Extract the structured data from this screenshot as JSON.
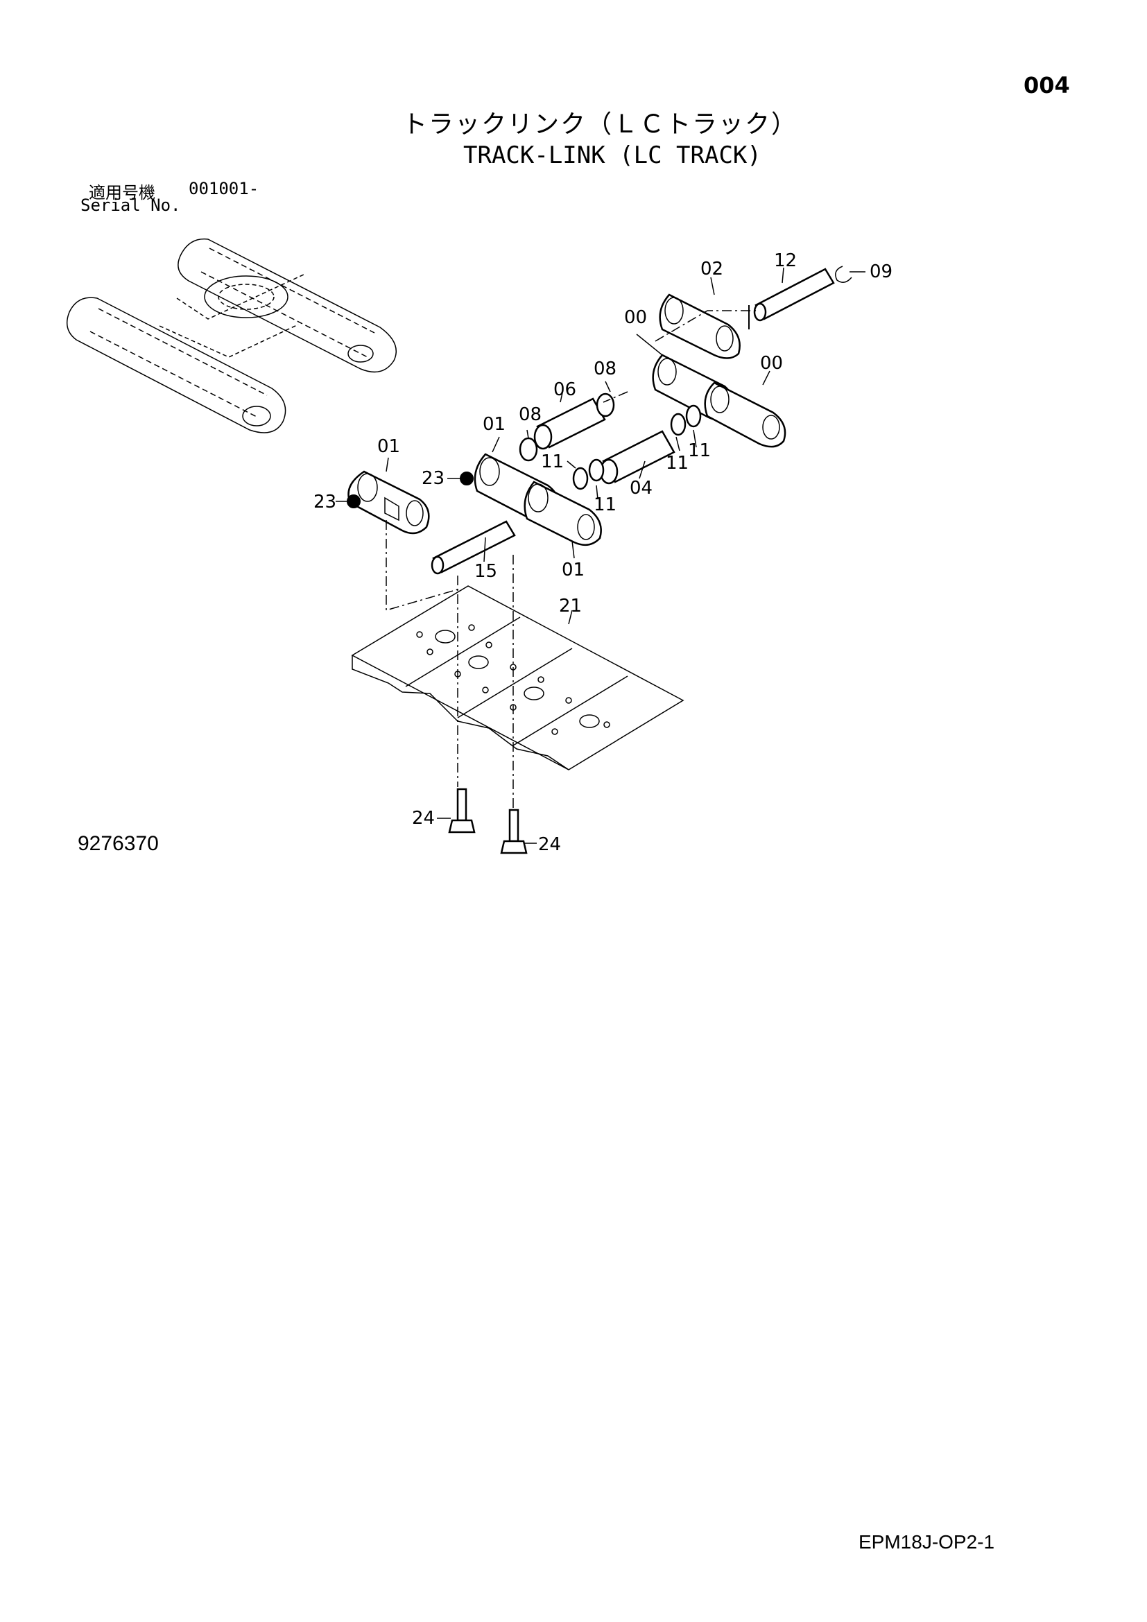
{
  "page_number": "004",
  "title": {
    "japanese": "トラックリンク（ＬＣトラック）",
    "english": "TRACK-LINK (LC TRACK)"
  },
  "serial": {
    "label_japanese": "適用号機",
    "range": "001001-",
    "label_english": "Serial No."
  },
  "drawing_number": "9276370",
  "footer_code": "EPM18J-OP2-1",
  "callouts": [
    "00",
    "00",
    "01",
    "01",
    "01",
    "02",
    "04",
    "06",
    "08",
    "08",
    "09",
    "11",
    "11",
    "11",
    "11",
    "12",
    "15",
    "21",
    "23",
    "23",
    "24",
    "24"
  ]
}
